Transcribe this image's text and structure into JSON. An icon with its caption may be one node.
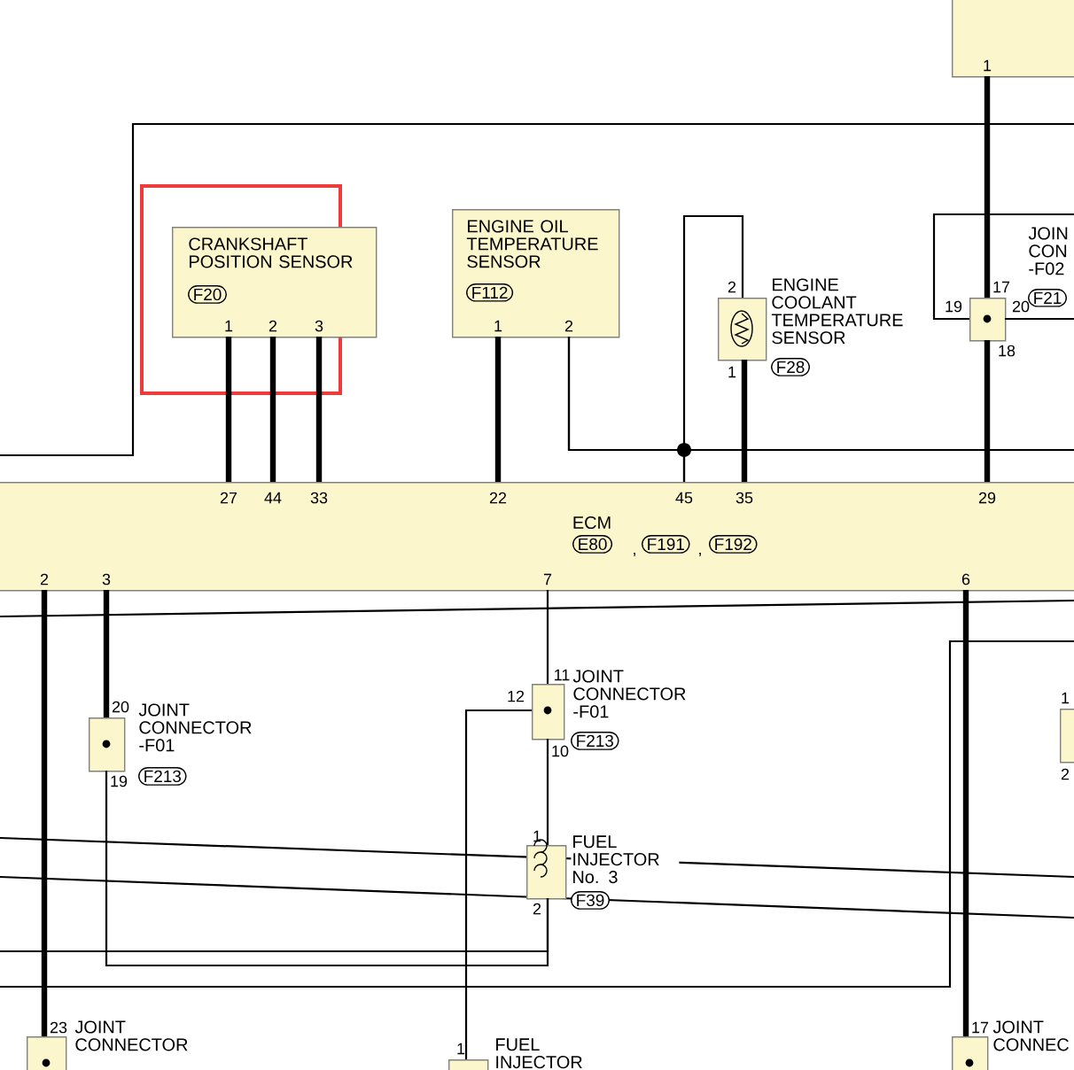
{
  "diagram": {
    "nodes": [
      {
        "text": [],
        "shape": "box"
      },
      {
        "text": [
          "CRANKSHAFT POSITION SENSOR",
          "F20"
        ]
      },
      {
        "text": [
          "ENGINE OIL TEMPERATURE SENSOR",
          "F112"
        ]
      },
      {
        "text": [
          "ENGINE COOLANT TEMPERATURE SENSOR",
          "F28"
        ]
      },
      {
        "text": [
          "JOIN CON -F02",
          "F21"
        ]
      },
      {
        "text": [
          "ECM",
          "E80",
          "F191",
          "F192"
        ]
      },
      {
        "text": [
          "JOINT CONNECTOR -F01",
          "F213"
        ]
      },
      {
        "text": [
          "JOINT CONNECTOR -F01",
          "F213"
        ]
      },
      {
        "text": [
          "FUEL INJECTOR No. 3",
          "F39"
        ]
      },
      {
        "text": [],
        "shape": "box"
      },
      {
        "text": [
          "JOINT CONNECTOR"
        ]
      },
      {
        "text": [
          "FUEL INJECTOR"
        ]
      },
      {
        "text": [
          "JOINT CONNEC"
        ]
      }
    ],
    "edges": [
      {
        "from": 1,
        "to": 5,
        "arrow": "none",
        "style": "thick"
      },
      {
        "from": 1,
        "to": 5,
        "arrow": "none",
        "style": "thick"
      },
      {
        "from": 1,
        "to": 5,
        "arrow": "none",
        "style": "thick"
      },
      {
        "from": 2,
        "to": 5,
        "arrow": "none",
        "style": "thick"
      },
      {
        "from": 2,
        "to": 5,
        "arrow": "none"
      },
      {
        "from": 3,
        "to": 5,
        "arrow": "none",
        "style": "thick"
      },
      {
        "from": 3,
        "to": 5,
        "arrow": "none"
      },
      {
        "from": 2,
        "to": null,
        "arrow": "none"
      },
      {
        "from": 0,
        "to": 4,
        "arrow": "none",
        "style": "thick"
      },
      {
        "from": 4,
        "to": 5,
        "arrow": "none",
        "style": "thick"
      },
      {
        "from": 4,
        "to": null,
        "arrow": "none"
      },
      {
        "from": 4,
        "to": null,
        "arrow": "none"
      },
      {
        "from": 5,
        "to": 10,
        "arrow": "none",
        "style": "thick"
      },
      {
        "from": 5,
        "to": 6,
        "arrow": "none",
        "style": "thick"
      },
      {
        "from": 6,
        "to": 8,
        "arrow": "none"
      },
      {
        "from": 5,
        "to": 7,
        "arrow": "none"
      },
      {
        "from": 7,
        "to": 8,
        "arrow": "none"
      },
      {
        "from": 7,
        "to": 11,
        "arrow": "none"
      },
      {
        "from": 5,
        "to": 12,
        "arrow": "none",
        "style": "thick"
      },
      {
        "from": null,
        "to": 8,
        "arrow": "none"
      }
    ],
    "labels": [
      "1",
      "2",
      "17",
      "19",
      "20",
      "1",
      "2",
      "3",
      "1",
      "2",
      "18",
      "1",
      "27",
      "44",
      "33",
      "22",
      "45",
      "35",
      "29",
      ",",
      ",",
      "2",
      "3",
      "7",
      "6",
      "11",
      "12",
      "1",
      "20",
      "10",
      "2",
      "19",
      "1",
      "2",
      "23",
      "17",
      "1"
    ]
  }
}
